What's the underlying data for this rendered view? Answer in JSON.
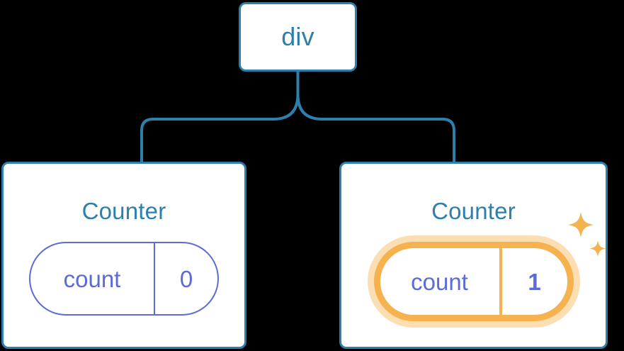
{
  "diagram": {
    "type": "component-tree",
    "background_color": "#000000",
    "colors": {
      "node_border": "#2F7FAD",
      "node_text": "#2F7FAD",
      "node_fill": "#FFFFFF",
      "connector": "#2F7FAD",
      "state_border": "#5B6BD8",
      "state_text": "#5B6BD8",
      "highlight": "#F5B24F",
      "highlight_glow": "#FBDFB3",
      "sparkle": "#F5B24F"
    },
    "nodes": {
      "root": {
        "label": "div"
      },
      "left": {
        "title": "Counter",
        "state": {
          "key": "count",
          "value": "0",
          "highlighted": false
        }
      },
      "right": {
        "title": "Counter",
        "state": {
          "key": "count",
          "value": "1",
          "highlighted": true
        },
        "sparkle_icon": "sparkles-icon"
      }
    },
    "edges": [
      {
        "from": "div",
        "to": "Counter (left)"
      },
      {
        "from": "div",
        "to": "Counter (right)"
      }
    ]
  }
}
